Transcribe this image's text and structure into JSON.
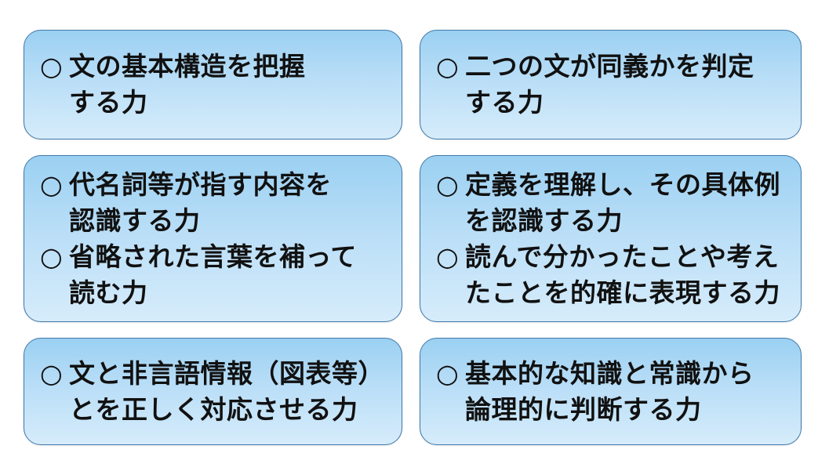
{
  "boxes": [
    {
      "id": "structure",
      "items": [
        {
          "mark": "○",
          "text": "文の基本構造を把握\nする力"
        }
      ]
    },
    {
      "id": "synonymy",
      "items": [
        {
          "mark": "○",
          "text": "二つの文が同義かを判定\nする力"
        }
      ]
    },
    {
      "id": "reference",
      "items": [
        {
          "mark": "○",
          "text": "代名詞等が指す内容を\n認識する力"
        },
        {
          "mark": "○",
          "text": "省略された言葉を補って\n読む力"
        }
      ]
    },
    {
      "id": "definition",
      "items": [
        {
          "mark": "○",
          "text": "定義を理解し、その具体例\nを認識する力"
        },
        {
          "mark": "○",
          "text": "読んで分かったことや考え\nたことを的確に表現する力"
        }
      ]
    },
    {
      "id": "nonverbal",
      "items": [
        {
          "mark": "○",
          "text": "文と非言語情報（図表等）\nとを正しく対応させる力"
        }
      ]
    },
    {
      "id": "inference",
      "items": [
        {
          "mark": "○",
          "text": "基本的な知識と常識から\n論理的に判断する力"
        }
      ]
    }
  ]
}
